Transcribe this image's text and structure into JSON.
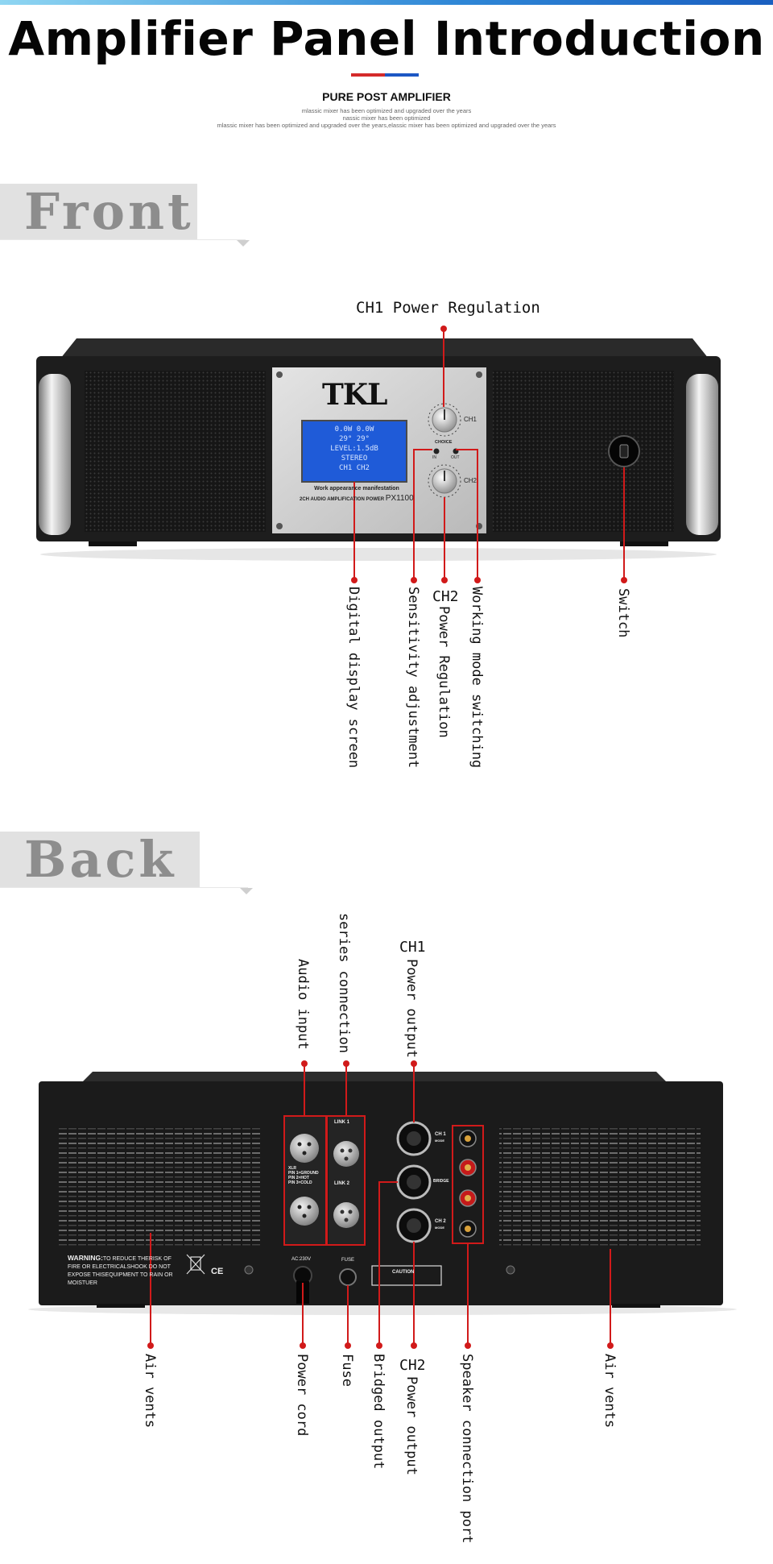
{
  "header": {
    "title": "Amplifier Panel Introduction",
    "subtitle": "PURE POST AMPLIFIER",
    "desc_lines": [
      "mlassic mixer has been optimized and upgraded over the years",
      "nassic mixer has been optimized",
      "mlassic mixer has been optimized and upgraded over the years,elassic mixer has been optimized and upgraded over the years"
    ],
    "accent_colors": [
      "#d42b2b",
      "#1c57c4"
    ]
  },
  "front": {
    "tab": "Front",
    "brand": "TKL",
    "model": "PX1100",
    "panel_caption": "Work appearance manifestation",
    "panel_subcaption": "2CH AUDIO AMPLIFICATION POWER",
    "knob_ch1": "CH1",
    "knob_ch2": "CH2",
    "choice": "CHOICE",
    "choice_in": "IN",
    "choice_out": "OUT",
    "lcd": {
      "row1": "0.0W  0.0W",
      "row2": "29°   29°",
      "row3": "LEVEL:1.5dB",
      "row4": "STEREO",
      "row5": "CH1   CH2"
    },
    "labels": {
      "ch1_power": "CH1 Power Regulation",
      "display": "Digital display screen",
      "sensitivity": "Sensitivity adjustment",
      "ch2_top": "CH2",
      "ch2_power": "Power Regulation",
      "working_mode": "Working mode switching",
      "switch": "Switch"
    }
  },
  "back": {
    "tab": "Back",
    "panel": {
      "link1": "LINK 1",
      "link2": "LINK 2",
      "xlr": "XLR",
      "pin1": "PIN 1=GROUND",
      "pin2": "PIN 2=HOT",
      "pin3": "PIN 3=COLD",
      "ch1_mode": "CH 1",
      "mode": "MODE",
      "bridge": "BRIDGE",
      "ch2_mode": "CH 2",
      "warning_bold": "WARNING:",
      "warning_text": "TO REDUCE THERISK OF",
      "warning_2": "FIRE OR ELECTRICALSHOOK DO NOT",
      "warning_3": "EXPOSE THISEQUIPMENT TO RAIN OR",
      "warning_4": "MOISTUER",
      "ce": "CE",
      "ac": "AC:230V",
      "fuse": "FUSE",
      "caution": "CAUTION"
    },
    "labels": {
      "series": "series connection",
      "audio_input": "Audio input",
      "ch1_top": "CH1",
      "ch1_power_output": "Power output",
      "air_vents_left": "Air vents",
      "power_cord": "Power cord",
      "fuse": "Fuse",
      "bridged": "Bridged output",
      "ch2_top": "CH2",
      "ch2_power_output": "Power output",
      "speaker_port": "Speaker connection port",
      "air_vents_right": "Air vents"
    }
  }
}
